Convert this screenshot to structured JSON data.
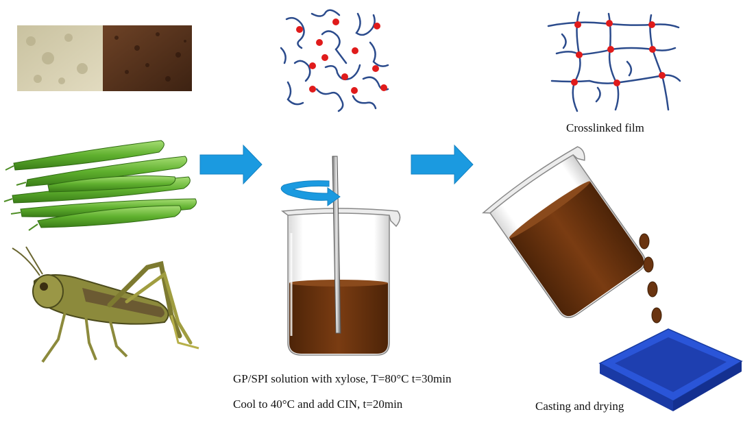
{
  "labels": {
    "crosslinked_film": "Crosslinked film",
    "solution_line1": "GP/SPI solution with xylose, T=80°C t=30min",
    "solution_line2": "Cool to 40°C and add CIN, t=20min",
    "casting_drying": "Casting and drying"
  },
  "colors": {
    "arrow": "#1b9ae0",
    "chain": "#2b4b8c",
    "dot": "#e01b1b",
    "solution": "#6a3410",
    "tray": "#2a55d8",
    "bean": "#6cbf3a",
    "grasshopper": "#8a8a3a"
  }
}
